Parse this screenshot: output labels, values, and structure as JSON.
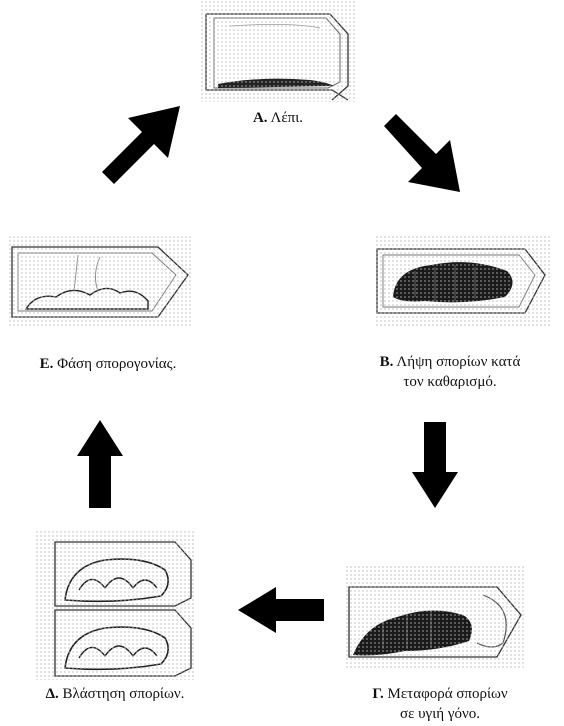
{
  "stages": [
    {
      "id": "A",
      "letter": "Α.",
      "lines": [
        "Λέπι."
      ]
    },
    {
      "id": "B",
      "letter": "Β.",
      "lines": [
        "Λήψη σπορίων κατά",
        "τον καθαρισμό."
      ]
    },
    {
      "id": "C",
      "letter": "Γ.",
      "lines": [
        "Μεταφορά σπορίων",
        "σε υγιή γόνο."
      ]
    },
    {
      "id": "D",
      "letter": "Δ.",
      "lines": [
        "Βλάστηση σπορίων."
      ]
    },
    {
      "id": "E",
      "letter": "Ε.",
      "lines": [
        "Φάση σπορογονίας."
      ]
    }
  ],
  "colors": {
    "ink": "#111111",
    "arrow": "#000000",
    "dots": "#b9b9b9"
  }
}
